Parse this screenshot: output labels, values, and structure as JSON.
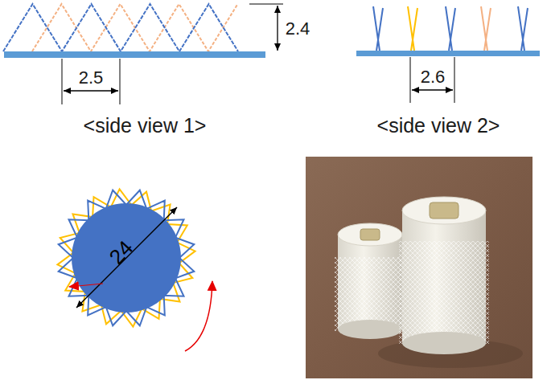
{
  "diagram": {
    "labels": [
      "2.4",
      "2.5",
      "<side view 1>",
      "2.6",
      "<side view 2>",
      "24"
    ]
  }
}
